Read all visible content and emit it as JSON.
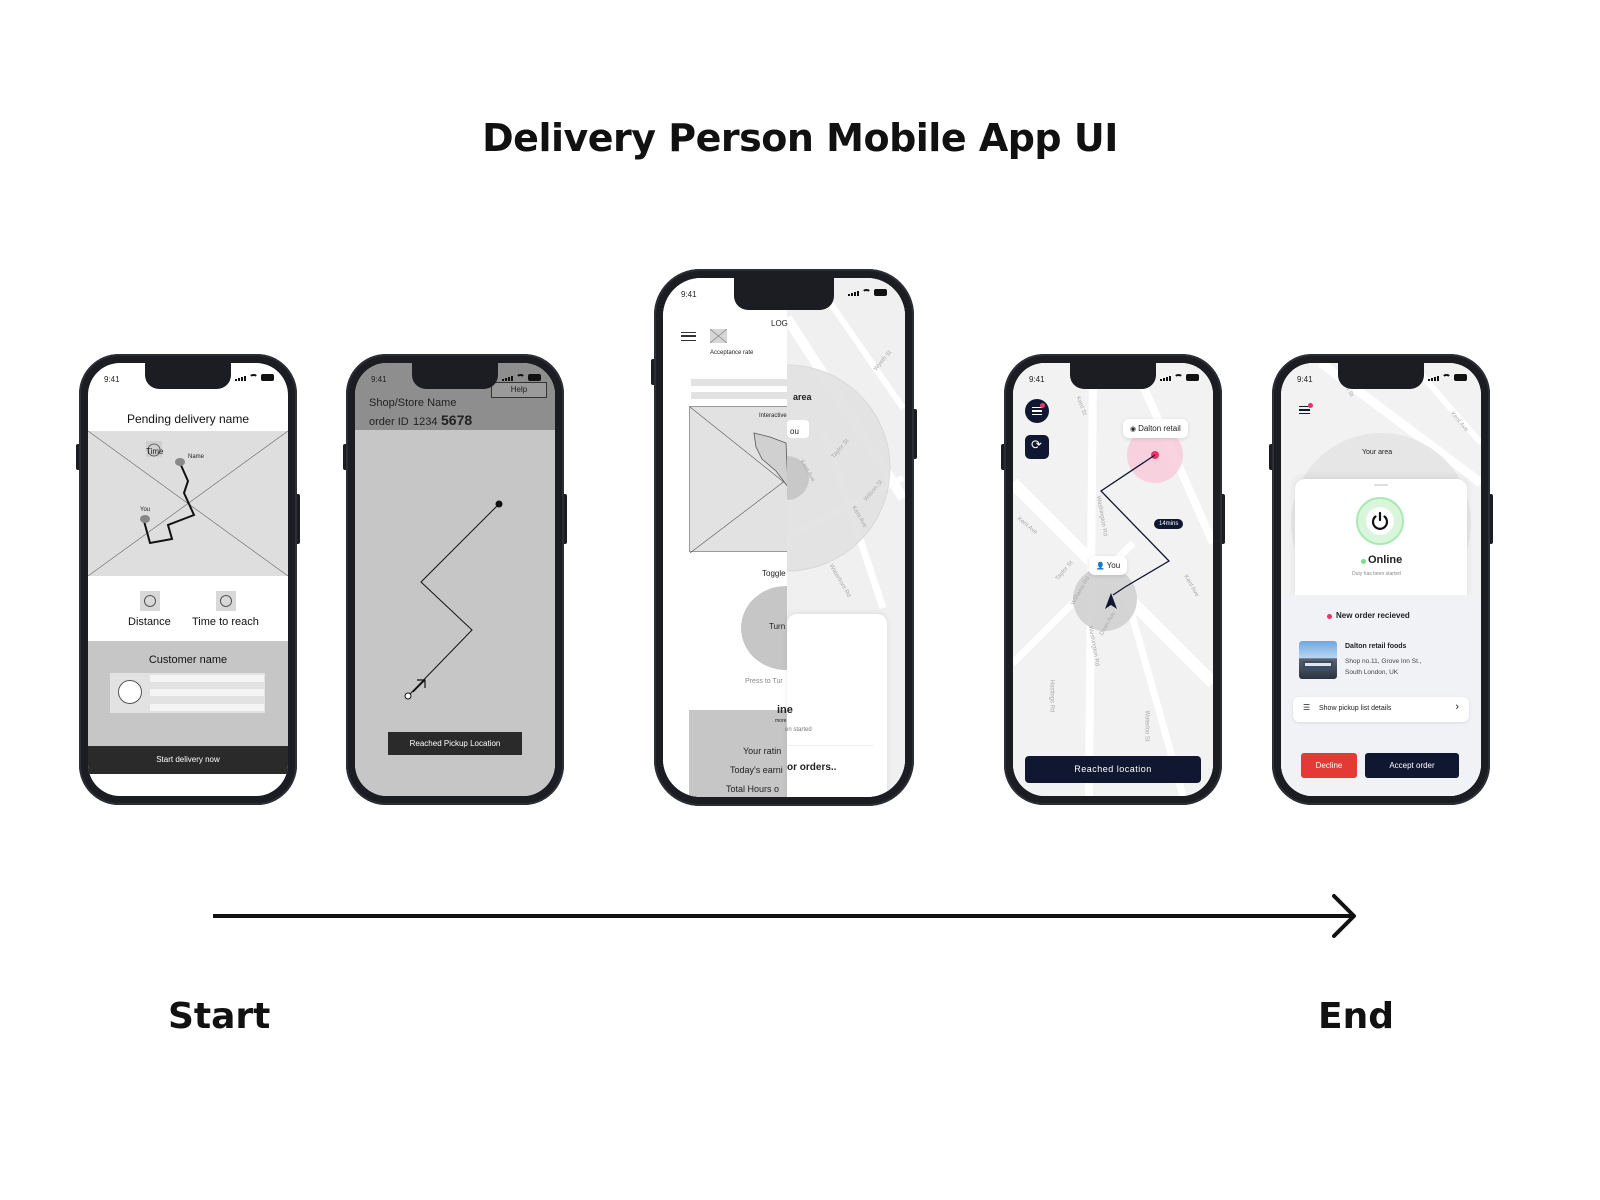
{
  "title": "Delivery Person Mobile App UI",
  "timeline": {
    "start": "Start",
    "end": "End"
  },
  "status_bar_time": "9:41",
  "phone1": {
    "title": "Pending delivery name",
    "map_time_label": "Time",
    "map_name_label": "Name",
    "map_you_label": "You",
    "distance_label": "Distance",
    "time_to_reach_label": "Time to reach",
    "customer_title": "Customer name",
    "button": "Start delivery now"
  },
  "phone2": {
    "store_name": "Shop/Store Name",
    "order_prefix": "order ID",
    "order_small": "1234",
    "order_big": "5678",
    "help_button": "Help",
    "button": "Reached Pickup Location"
  },
  "phone3": {
    "log": "LOG",
    "acceptance_rate": "Acceptance rate",
    "area": "area",
    "interactive": "Interactive",
    "you_partial": "ou",
    "toggle": "Toggle",
    "turn": "Turn",
    "press_to_turn": "Press to Tur",
    "online_partial": "ine",
    "more": "more",
    "started_partial": "en started",
    "your_rating": "Your ratin",
    "todays_earnings": "Today's earni",
    "total_hours": "Total Hours o",
    "for_orders": "or orders..",
    "street_labels": [
      "Kent Ave",
      "Kent Ave",
      "Taylor St",
      "Wilson St",
      "Waterfront Rd",
      "Wyeth St"
    ]
  },
  "phone4": {
    "store_pin": "Dalton retail",
    "eta": "14mins",
    "you": "You",
    "button": "Reached location",
    "street_labels": [
      "Kent St",
      "Washington Rd",
      "Washington Rd",
      "Kent Ave",
      "Taylor St",
      "Williams Rd",
      "Kent Ave",
      "Dean Ave",
      "Hastings Rd",
      "Waterloo St"
    ]
  },
  "phone5": {
    "your_area": "Your area",
    "status": "Online",
    "duty": "Duty has been started",
    "new_order": "New order recieved",
    "store_name": "Dalton retail foods",
    "address_line1": "Shop no.11, Grove Inn St.,",
    "address_line2": "South London, UK",
    "show_list": "Show pickup list details",
    "decline": "Decline",
    "accept": "Accept order",
    "street_labels": [
      "Kent St",
      "Kent Ave"
    ]
  },
  "colors": {
    "dark_navy": "#0f1830",
    "decline_red": "#e53935",
    "online_green": "#7cdc8a",
    "pin_pink": "#e8336b"
  }
}
